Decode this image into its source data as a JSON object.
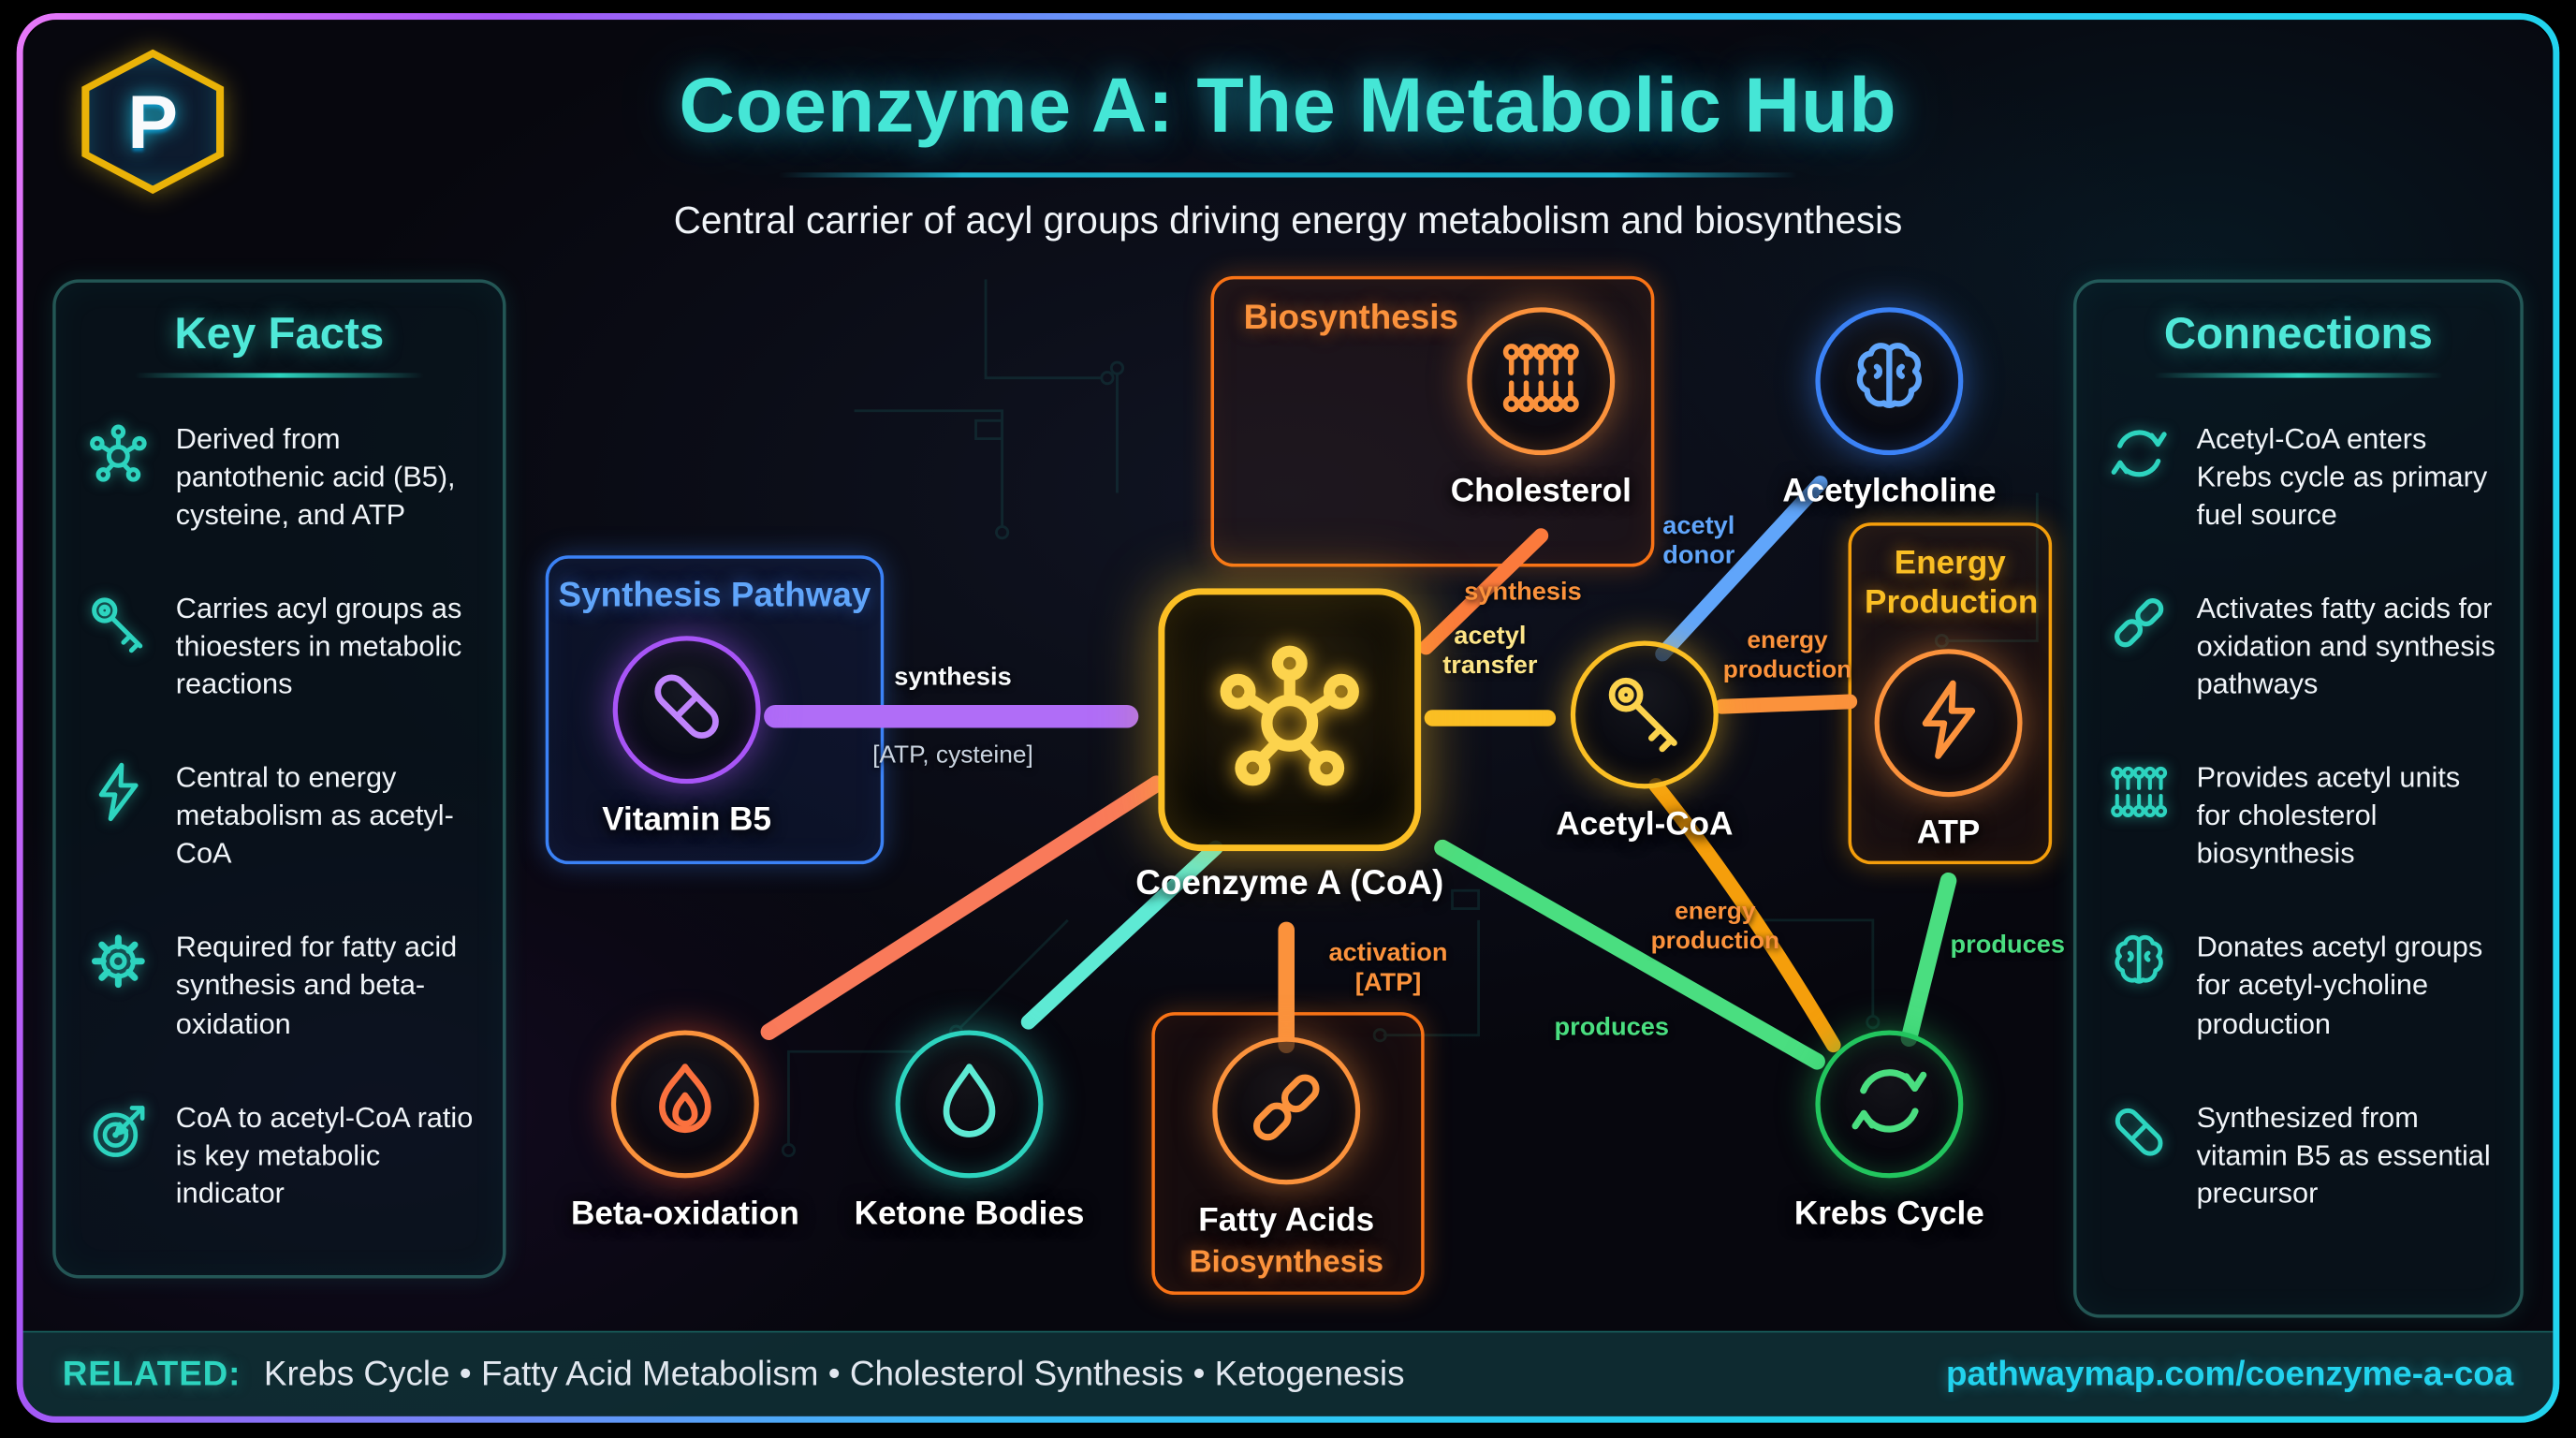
{
  "meta": {
    "title": "Coenzyme A: The Metabolic Hub",
    "subtitle": "Central carrier of acyl groups driving energy metabolism and biosynthesis",
    "logo_text": "P"
  },
  "key_facts": {
    "heading": "Key Facts",
    "items": [
      {
        "icon": "molecule-icon",
        "text": "Derived from pantothenic acid (B5), cysteine, and ATP"
      },
      {
        "icon": "key-icon",
        "text": "Carries acyl groups as thioesters in metabolic reactions"
      },
      {
        "icon": "lightning-icon",
        "text": "Central to energy metabolism as acetyl-CoA"
      },
      {
        "icon": "gear-icon",
        "text": "Required for fatty acid synthesis and beta-oxidation"
      },
      {
        "icon": "target-icon",
        "text": "CoA to acetyl-CoA ratio is key metabolic indicator"
      }
    ]
  },
  "connections": {
    "heading": "Connections",
    "items": [
      {
        "icon": "cycle-icon",
        "text": "Acetyl-CoA enters Krebs cycle as primary fuel source"
      },
      {
        "icon": "chain-icon",
        "text": "Activates fatty acids for oxidation and synthesis pathways"
      },
      {
        "icon": "membrane-icon",
        "text": "Provides acetyl units for cholesterol biosynthesis"
      },
      {
        "icon": "brain-icon",
        "text": "Donates acetyl groups for acetyl-ycholine production"
      },
      {
        "icon": "pill-icon",
        "text": "Synthesized from vitamin B5 as essential precursor"
      }
    ]
  },
  "diagram": {
    "synthesis_pathway": {
      "box_title": "Synthesis Pathway",
      "node_label": "Vitamin B5"
    },
    "central_node": {
      "label": "Coenzyme A (CoA)"
    },
    "biosynthesis_box": {
      "title": "Biosynthesis",
      "node_label": "Cholesterol"
    },
    "acetylcholine": {
      "label": "Acetylcholine"
    },
    "energy_box": {
      "title": "Energy Production",
      "node_label": "ATP"
    },
    "acetyl_coa": {
      "label": "Acetyl-CoA"
    },
    "beta_oxidation": {
      "label": "Beta-oxidation"
    },
    "ketone_bodies": {
      "label": "Ketone Bodies"
    },
    "fatty_acids": {
      "label": "Fatty Acids",
      "sub_label": "Biosynthesis"
    },
    "krebs_cycle": {
      "label": "Krebs Cycle"
    },
    "edge_labels": {
      "synthesis_main": "synthesis",
      "synthesis_sub": "[ATP, cysteine]",
      "acetyl_transfer": "acetyl transfer",
      "cholesterol_synthesis": "synthesis",
      "acetyl_donor": "acetyl donor",
      "energy_production_atp": "energy production",
      "activation": "activation [ATP]",
      "energy_production_krebs": "energy production",
      "produces_coa": "produces",
      "produces_atp": "produces"
    }
  },
  "footer": {
    "related_label": "RELATED:",
    "related_items": "Krebs Cycle • Fatty Acid Metabolism • Cholesterol Synthesis • Ketogenesis",
    "url": "pathwaymap.com/coenzyme-a-coa"
  },
  "colors": {
    "accent_cyan": "#2dd4bf",
    "accent_purple": "#a855f7",
    "accent_blue": "#3b82f6",
    "accent_gold": "#fbbf24",
    "accent_orange": "#f97316",
    "accent_salmon": "#f97a5a",
    "accent_green": "#22c55e",
    "title_cyan": "#45e6d6"
  }
}
